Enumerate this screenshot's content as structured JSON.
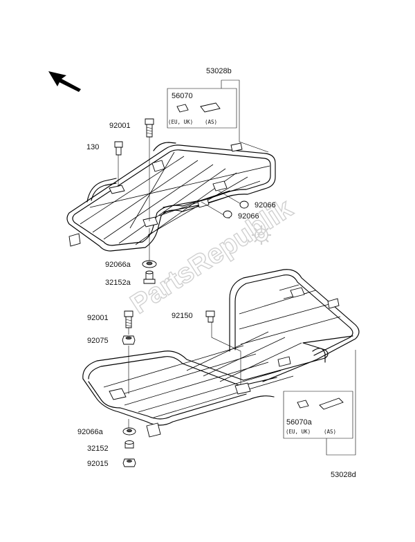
{
  "labels": {
    "top_rack": "53028b",
    "bottom_rack": "53028d",
    "top_decal": "56070",
    "bottom_decal": "56070a",
    "bolt_top": "92001",
    "bolt_130": "130",
    "plug_1": "92066",
    "plug_2": "92066",
    "washer_top": "92066a",
    "collar_top": "32152a",
    "bolt_lower": "92001",
    "bolt_92150": "92150",
    "nut_92075": "92075",
    "washer_lower": "92066a",
    "collar_lower": "32152",
    "nut_92015": "92015"
  },
  "region_tags": {
    "top_left": "(EU, UK)",
    "top_right": "(AS)",
    "bottom_left": "(EU, UK)",
    "bottom_right": "(AS)"
  },
  "watermark": "PartsRepublik",
  "icons": {
    "direction": "front-direction-arrow-icon",
    "watermark": "gear-icon"
  }
}
